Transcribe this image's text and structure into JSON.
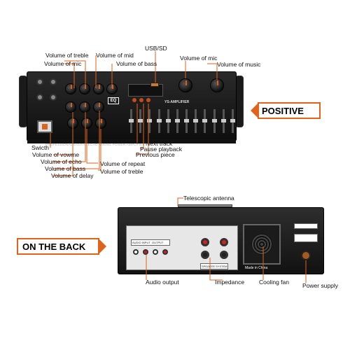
{
  "colors": {
    "accent": "#e2621a",
    "line": "#e2621a",
    "panel": "#1a1a1a"
  },
  "front": {
    "callouts": {
      "vol_treble": "Volume of treble",
      "vol_mid": "Volume of mid",
      "usb_sd": "USB/SD",
      "vol_mic_left": "Volume of mic",
      "vol_bass": "Volume of bass",
      "vol_mic_right": "Volume of mic",
      "vol_music": "Volume of music",
      "switch": "Swicth",
      "vol_vowme": "Volume of vowme",
      "vol_echo": "Volume of echo",
      "vol_bass_low": "Volume of bass",
      "vol_delay": "Volume of delay",
      "vol_repeat": "Volume of repeat",
      "vol_treble_low": "Volume of treble",
      "next_track": "Next track",
      "pause_playback": "Pause playback",
      "previous_piece": "Previous piece"
    },
    "badge": "POSITIVE",
    "eq_logo": "EQ",
    "brand": "YS-AMPLIFIER",
    "caption": "PROFESSIONAL DIGITAL ECHO MIXING POWER AMPLIFIER"
  },
  "back": {
    "badge": "ON THE BACK",
    "callouts": {
      "antenna": "Telescopic antenna",
      "audio_output": "Audio output",
      "impedance": "Impedance",
      "fan": "Cooling fan",
      "power": "Power supply"
    },
    "made_in": "Made in China",
    "speaker_system": "SPEAKER SYSTEM",
    "audio_input": "AUDIO INPUT",
    "output": "OUTPUT"
  }
}
